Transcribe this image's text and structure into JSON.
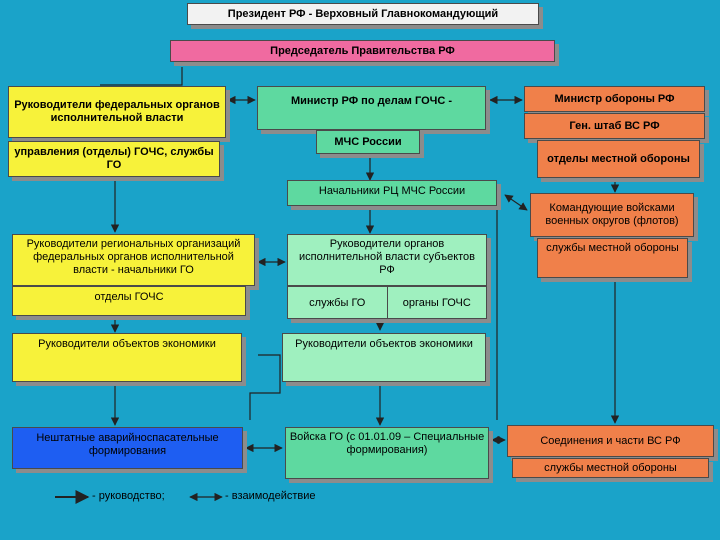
{
  "boxes": {
    "president": "Президент РФ - Верховный Главнокомандующий",
    "chairman": "Председатель Правительства РФ",
    "fed_heads": "Руководители федеральных органов исполнительной власти",
    "fed_depts": "управления (отделы) ГОЧС, службы ГО",
    "minister_mchs": "Министр РФ по делам ГОЧС -",
    "mchs": "МЧС России",
    "minister_defense": "Министр обороны РФ",
    "general_staff": "Ген. штаб ВС РФ",
    "local_defense_depts": "отделы местной обороны",
    "rc_heads": "Начальники РЦ  МЧС России",
    "district_commanders": "Командующие войсками военных округов (флотов)",
    "local_defense_services": "службы местной обороны",
    "regional_heads": "Руководители региональных организаций федеральных органов исполнительной власти - начальники ГО",
    "gochs_depts": "отделы ГОЧС",
    "subject_heads": "Руководители органов исполнительной власти субъектов РФ",
    "go_services": "службы  ГО",
    "gochs_bodies": "органы ГОЧС",
    "econ_left": "Руководители  объектов экономики",
    "econ_right": "Руководители  объектов экономики",
    "rescue_units": "Нештатные аварийноспасательные формирования",
    "go_troops": "Войска ГО (с 01.01.09 – Специальные формирования)",
    "armed_forces_units": "Соединения и части ВС РФ",
    "local_defense_services_bottom": "службы местной обороны"
  },
  "legend": {
    "leadership": "- руководство;",
    "interaction": "- взаимодействие"
  }
}
